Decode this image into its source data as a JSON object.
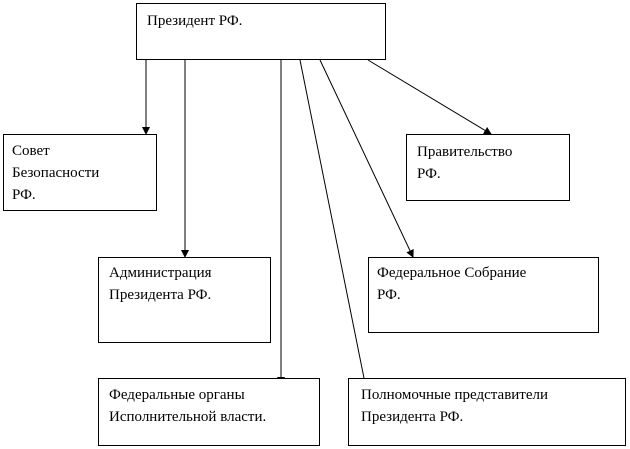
{
  "nodes": {
    "president": "Президент  РФ.",
    "security_council": "  Совет\nБезопасности\n  РФ.",
    "government": "Правительство\nРФ.",
    "administration": "Администрация\nПрезидента РФ.",
    "federal_assembly": "Федеральное Собрание\nРФ.",
    "federal_organs": "Федеральные органы\nИсполнительной власти.",
    "plenipotentiary_envoys": "Полномочные представители\nПрезидента РФ."
  },
  "edges": [
    {
      "from": "president",
      "to": "security_council"
    },
    {
      "from": "president",
      "to": "administration"
    },
    {
      "from": "president",
      "to": "federal_organs"
    },
    {
      "from": "president",
      "to": "plenipotentiary_envoys"
    },
    {
      "from": "president",
      "to": "federal_assembly"
    },
    {
      "from": "president",
      "to": "government"
    }
  ],
  "colors": {
    "line": "#000000",
    "box_border": "#000000",
    "background": "#ffffff"
  }
}
